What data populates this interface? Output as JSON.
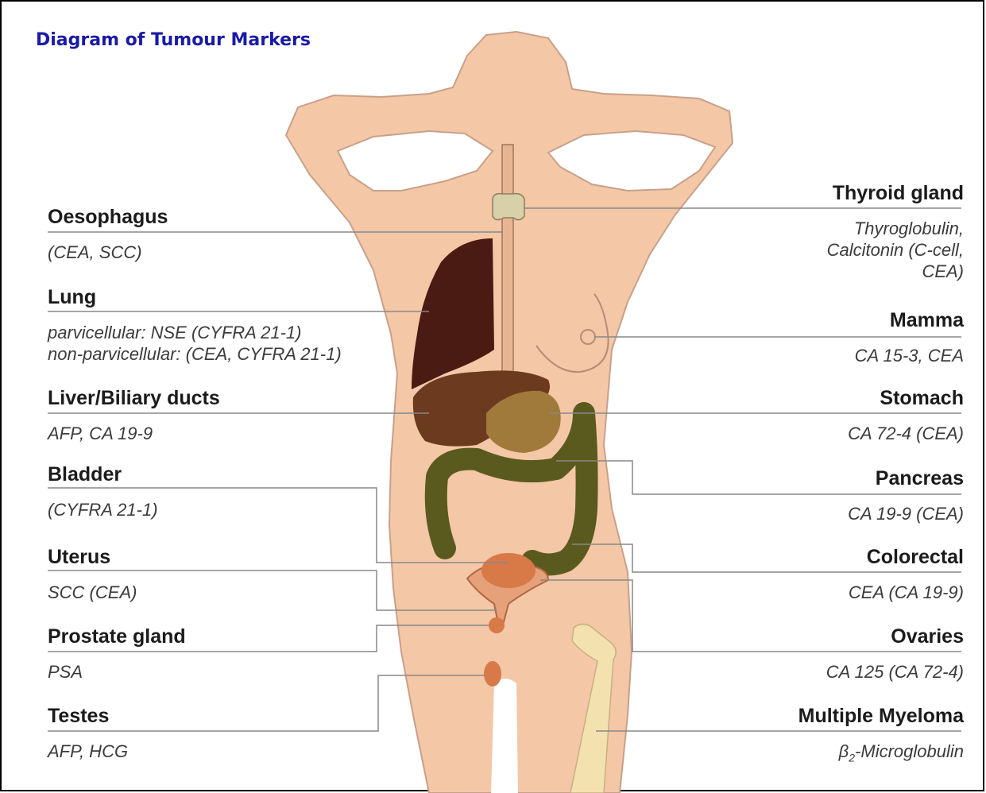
{
  "title": "Diagram of Tumour Markers",
  "left_labels": [
    {
      "name": "Oesophagus",
      "markers": "(CEA, SCC)"
    },
    {
      "name": "Lung",
      "markers": "parvicellular: NSE (CYFRA 21-1)\nnon-parvicellular: (CEA, CYFRA 21-1)"
    },
    {
      "name": "Liver/Biliary ducts",
      "markers": "AFP, CA 19-9"
    },
    {
      "name": "Bladder",
      "markers": "(CYFRA 21-1)"
    },
    {
      "name": "Uterus",
      "markers": "SCC (CEA)"
    },
    {
      "name": "Prostate gland",
      "markers": "PSA"
    },
    {
      "name": "Testes",
      "markers": "AFP, HCG"
    }
  ],
  "right_labels": [
    {
      "name": "Thyroid gland",
      "markers": "Thyroglobulin,\nCalcitonin (C-cell,\nCEA)"
    },
    {
      "name": "Mamma",
      "markers": "CA 15-3, CEA"
    },
    {
      "name": "Stomach",
      "markers": "CA 72-4 (CEA)"
    },
    {
      "name": "Pancreas",
      "markers": "CA 19-9 (CEA)"
    },
    {
      "name": "Colorectal",
      "markers": "CEA (CA 19-9)"
    },
    {
      "name": "Ovaries",
      "markers": "CA 125 (CA 72-4)"
    },
    {
      "name": "Multiple Myeloma",
      "markers_prefix": "β",
      "markers_sub": "2",
      "markers_suffix": "-Microglobulin"
    }
  ],
  "colors": {
    "skin": "#f4c7a6",
    "skin_outline": "#c9a08a",
    "lung": "#4a1b12",
    "liver": "#6b3a1f",
    "stomach": "#a07a3a",
    "colon": "#5a5a1f",
    "uterus": "#d77a48",
    "bone": "#f4e1b0",
    "title": "#1a1aa6"
  }
}
